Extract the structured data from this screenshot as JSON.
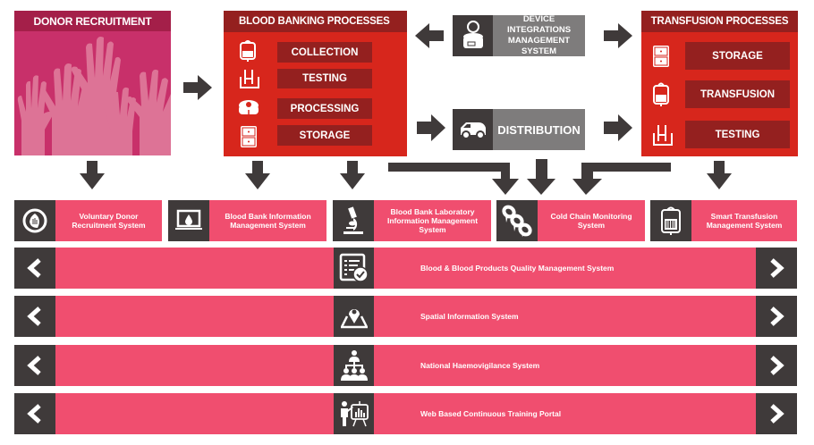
{
  "donor_recruitment": {
    "title": "DONOR RECRUITMENT",
    "image": "raised-hands-illustration"
  },
  "blood_banking": {
    "title": "BLOOD BANKING PROCESSES",
    "steps": [
      {
        "label": "COLLECTION",
        "icon": "blood-bag-icon"
      },
      {
        "label": "TESTING",
        "icon": "test-tubes-icon"
      },
      {
        "label": "PROCESSING",
        "icon": "centrifuge-icon"
      },
      {
        "label": "STORAGE",
        "icon": "storage-cabinet-icon"
      }
    ]
  },
  "device_integrations": {
    "label": "DEVICE INTEGRATIONS MANAGEMENT SYSTEM",
    "icon": "centrifuge-device-icon"
  },
  "distribution": {
    "label": "DISTRIBUTION",
    "icon": "delivery-van-icon"
  },
  "transfusion": {
    "title": "TRANSFUSION PROCESSES",
    "steps": [
      {
        "label": "STORAGE",
        "icon": "storage-cabinet-icon"
      },
      {
        "label": "TRANSFUSION",
        "icon": "blood-bag-icon"
      },
      {
        "label": "TESTING",
        "icon": "test-tubes-icon"
      }
    ]
  },
  "systems": [
    {
      "label": "Voluntary Donor Recruitment System",
      "icon": "hand-leaf-icon"
    },
    {
      "label": "Blood Bank Information Management System",
      "icon": "laptop-drop-icon"
    },
    {
      "label": "Blood Bank Laboratory Information Management System",
      "icon": "microscope-icon"
    },
    {
      "label": "Cold Chain Monitoring System",
      "icon": "frozen-chain-icon"
    },
    {
      "label": "Smart Transfusion Management System",
      "icon": "barcode-bag-icon"
    }
  ],
  "bars": [
    {
      "label": "Blood & Blood Products Quality Management System",
      "icon": "quality-checklist-icon"
    },
    {
      "label": "Spatial Information System",
      "icon": "map-pin-icon"
    },
    {
      "label": "National Haemovigilance System",
      "icon": "org-hierarchy-icon"
    },
    {
      "label": "Web Based Continuous Training Portal",
      "icon": "presentation-icon"
    }
  ],
  "colors": {
    "dark": "#3f3a3a",
    "pink": "#f04e6f",
    "red": "#d7261c",
    "dark_red": "#94201f",
    "magenta": "#c8306a",
    "grey": "#7e7c7c"
  }
}
